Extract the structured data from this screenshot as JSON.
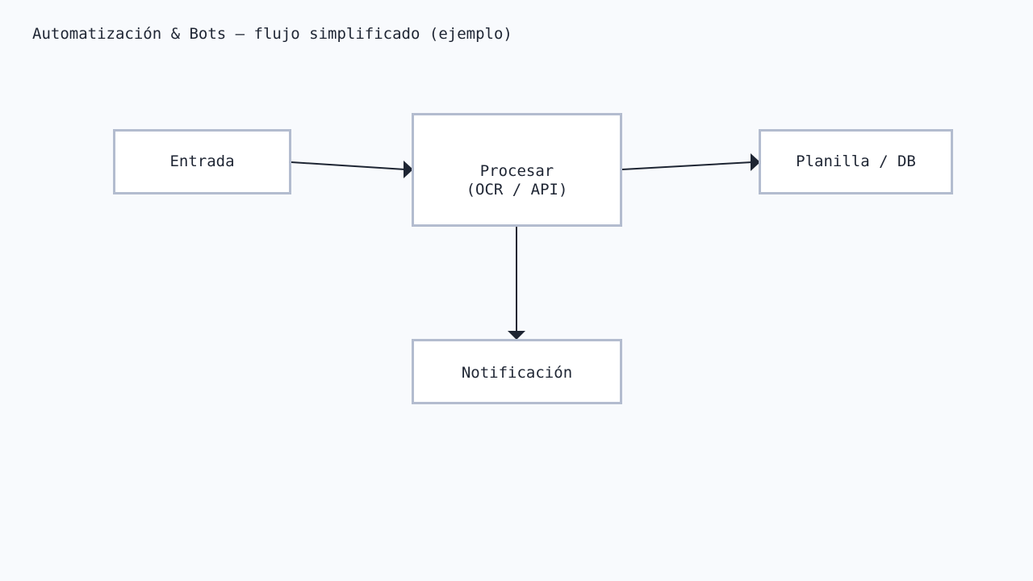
{
  "diagram": {
    "title": "Automatización & Bots — flujo simplificado (ejemplo)",
    "nodes": {
      "entrada": "Entrada",
      "procesar": "Procesar\n(OCR / API)",
      "planilla": "Planilla / DB",
      "notificacion": "Notificación"
    },
    "edges": [
      {
        "from": "Entrada",
        "to": "Procesar (OCR / API)"
      },
      {
        "from": "Procesar (OCR / API)",
        "to": "Planilla / DB"
      },
      {
        "from": "Procesar (OCR / API)",
        "to": "Notificación"
      }
    ]
  },
  "colors": {
    "background": "#f8fafd",
    "node_fill": "#ffffff",
    "node_border": "#b3bccf",
    "text": "#1e2533",
    "arrow": "#1e2533"
  }
}
